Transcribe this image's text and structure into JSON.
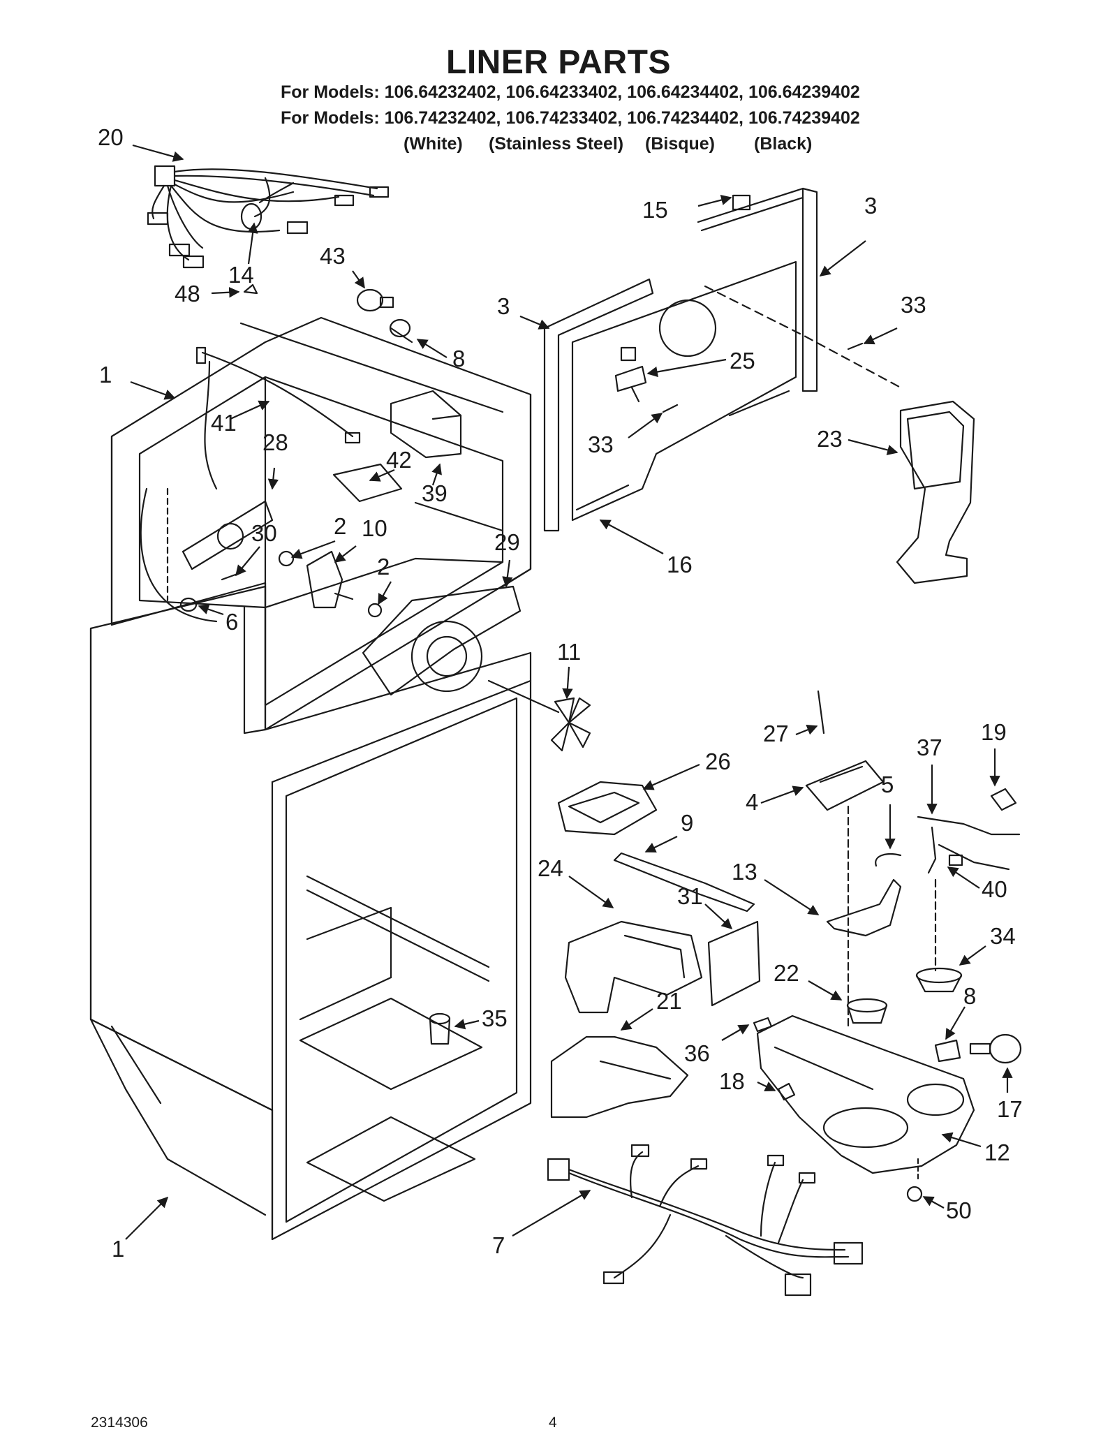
{
  "header": {
    "title": "LINER PARTS",
    "models_line_1": "For Models: 106.64232402, 106.64233402, 106.64234402, 106.64239402",
    "models_line_2": "For Models: 106.74232402, 106.74233402, 106.74234402, 106.74239402",
    "finishes": [
      "(White)",
      "(Stainless Steel)",
      "(Bisque)",
      "(Black)"
    ]
  },
  "callouts": [
    "20",
    "14",
    "48",
    "43",
    "8",
    "1",
    "41",
    "28",
    "42",
    "39",
    "30",
    "2",
    "10",
    "2",
    "29",
    "6",
    "15",
    "3",
    "3",
    "33",
    "25",
    "33",
    "23",
    "16",
    "11",
    "27",
    "19",
    "37",
    "26",
    "4",
    "5",
    "9",
    "13",
    "40",
    "24",
    "31",
    "34",
    "22",
    "8",
    "21",
    "35",
    "36",
    "17",
    "18",
    "12",
    "50",
    "7",
    "1"
  ],
  "footer": {
    "doc_number": "2314306",
    "page_number": "4"
  },
  "colors": {
    "ink": "#1a1a1a",
    "paper": "#ffffff"
  }
}
